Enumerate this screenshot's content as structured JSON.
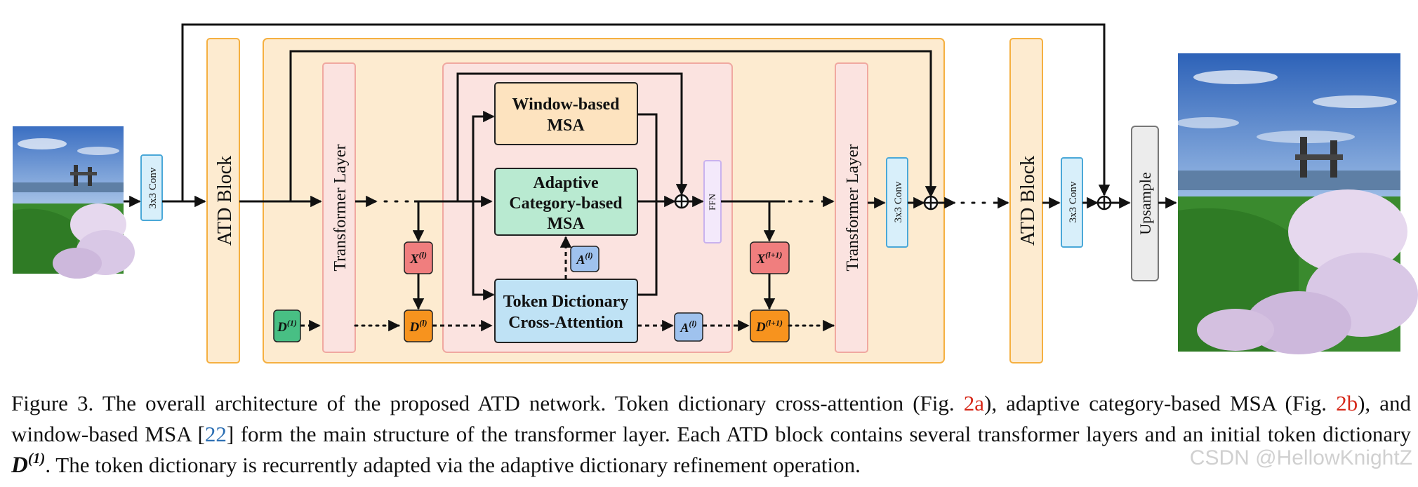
{
  "blocks": {
    "conv_first": "3x3 Conv",
    "atd_block": "ATD Block",
    "transformer_layer": "Transformer Layer",
    "window_msa": [
      "Window-based",
      "MSA"
    ],
    "adaptive_msa": [
      "Adaptive",
      "Category-based",
      "MSA"
    ],
    "tdca": [
      "Token Dictionary",
      "Cross-Attention"
    ],
    "ffn": "FFN",
    "conv_inner": "3x3 Conv",
    "atd_block_last": "ATD Block",
    "conv_last": "3x3 Conv",
    "upsample": "Upsample"
  },
  "symbols": {
    "d1": {
      "base": "D",
      "sup": "(1)"
    },
    "xl": {
      "base": "X",
      "sup": "(l)"
    },
    "dl": {
      "base": "D",
      "sup": "(l)"
    },
    "al_up": {
      "base": "A",
      "sup": "(l)"
    },
    "al_out": {
      "base": "A",
      "sup": "(l)"
    },
    "xl1": {
      "base": "X",
      "sup": "(l+1)"
    },
    "dl1": {
      "base": "D",
      "sup": "(l+1)"
    }
  },
  "caption": {
    "figure_label": "Figure 3.",
    "t1": "The overall architecture of the proposed ATD network. Token dictionary cross-attention (Fig. ",
    "ref_2a": "2a",
    "t2": "), adaptive category-based MSA (Fig. ",
    "ref_2b": "2b",
    "t3": "), and window-based MSA [",
    "cite": "22",
    "t4": "] form the main structure of the transformer layer. Each ATD block contains several transformer layers and an initial token dictionary ",
    "math_base": "D",
    "math_sup": "(1)",
    "t5": ". The token dictionary is recurrently adapted via the adaptive dictionary refinement operation."
  },
  "watermark": "CSDN @HellowKnightZ",
  "colors": {
    "atd_block_fill": "#fdebd0",
    "atd_block_stroke": "#f5b041",
    "transformer_fill": "#fbe3e0",
    "transformer_stroke": "#f0a8a0",
    "window_msa_fill": "#fde3bf",
    "adaptive_msa_fill": "#b9ead1",
    "tdca_fill": "#bfe2f5",
    "ffn_fill": "#f3e9fb",
    "conv_fill": "#d8effa",
    "conv_stroke": "#4aa8d8",
    "x_fill": "#f07e7e",
    "d_fill": "#f7931e",
    "d1_fill": "#48bf84",
    "a_fill": "#9fc2ee",
    "upsample_fill": "#ececec",
    "caption_ref_red": "#d62718",
    "caption_cite_blue": "#2c6fb3"
  }
}
